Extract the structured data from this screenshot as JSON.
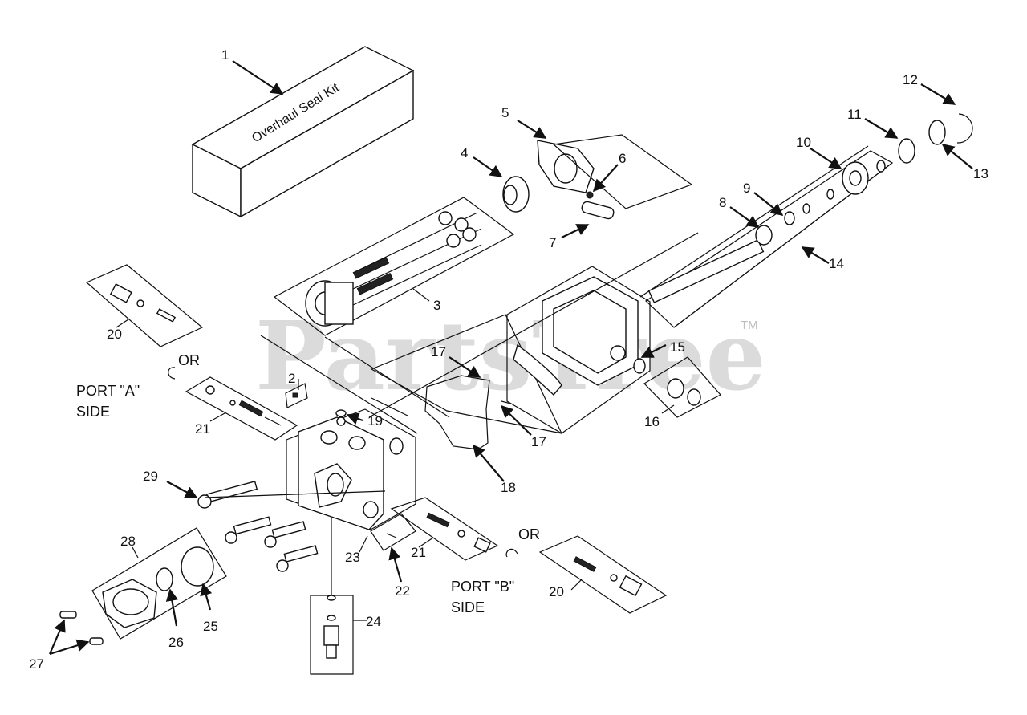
{
  "watermark": {
    "text": "PartsTree",
    "trademark": "TM"
  },
  "kit_box_text": "Overhaul Seal Kit",
  "callouts": {
    "c1": "1",
    "c2": "2",
    "c3": "3",
    "c4": "4",
    "c5": "5",
    "c6": "6",
    "c7": "7",
    "c8": "8",
    "c9": "9",
    "c10": "10",
    "c11": "11",
    "c12": "12",
    "c13": "13",
    "c14": "14",
    "c15": "15",
    "c16": "16",
    "c17a": "17",
    "c17b": "17",
    "c18": "18",
    "c19": "19",
    "c20a": "20",
    "c20b": "20",
    "c21a": "21",
    "c21b": "21",
    "c22": "22",
    "c23": "23",
    "c24": "24",
    "c25": "25",
    "c26": "26",
    "c27": "27",
    "c28": "28",
    "c29": "29"
  },
  "or_labels": {
    "upper": "OR",
    "lower": "OR"
  },
  "port_a": {
    "line1": "PORT \"A\"",
    "line2": "SIDE"
  },
  "port_b": {
    "line1": "PORT \"B\"",
    "line2": "SIDE"
  }
}
